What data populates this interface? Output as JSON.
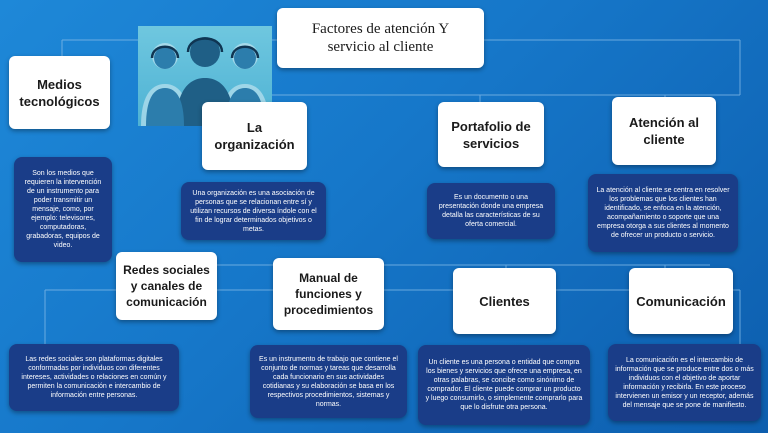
{
  "title": "Factores de atención Y servicio al cliente",
  "colors": {
    "background": "#1677c9",
    "card": "#ffffff",
    "description": "#1a3d88",
    "connector": "#7fb8e6"
  },
  "nodes": {
    "medios": {
      "heading": "Medios tecnológicos",
      "description": "Son los medios que requieren la intervención de un instrumento para poder transmitir un mensaje, como, por ejemplo: televisores, computadoras, grabadoras, equipos de video."
    },
    "organizacion": {
      "heading": "La organización",
      "description": "Una organización es una asociación de personas que se relacionan entre sí y utilizan recursos de diversa índole con el fin de lograr determinados objetivos o metas."
    },
    "portafolio": {
      "heading": "Portafolio de servicios",
      "description": "Es un documento o una presentación donde una empresa detalla las características de su oferta comercial."
    },
    "atencion": {
      "heading": "Atención al cliente",
      "description": "La atención al cliente se centra en resolver los problemas que los clientes han identificado, se enfoca en la atención, acompañamiento o soporte que una empresa otorga a sus clientes al momento de ofrecer un producto o servicio."
    },
    "redes": {
      "heading": "Redes sociales y canales de comunicación",
      "description": "Las redes sociales son plataformas digitales conformadas por individuos con diferentes intereses, actividades o relaciones en común y permiten la comunicación e intercambio de información entre personas."
    },
    "manual": {
      "heading": "Manual de funciones y procedimientos",
      "description": "Es un instrumento de trabajo que contiene el conjunto de normas y tareas que desarrolla cada funcionario en sus actividades cotidianas y su elaboración se basa en los respectivos procedimientos, sistemas y normas."
    },
    "clientes": {
      "heading": "Clientes",
      "description": "Un cliente es una persona o entidad que compra los bienes y servicios que ofrece una empresa, en otras palabras, se concibe como sinónimo de comprador. El cliente puede comprar un producto y luego consumirlo, o simplemente comprarlo para que lo disfrute otra persona."
    },
    "comunicacion": {
      "heading": "Comunicación",
      "description": "La comunicación es el intercambio de información que se produce entre dos o más individuos con el objetivo de aportar información y recibirla. En este proceso intervienen un emisor y un receptor, además del mensaje que se pone de manifiesto."
    }
  }
}
